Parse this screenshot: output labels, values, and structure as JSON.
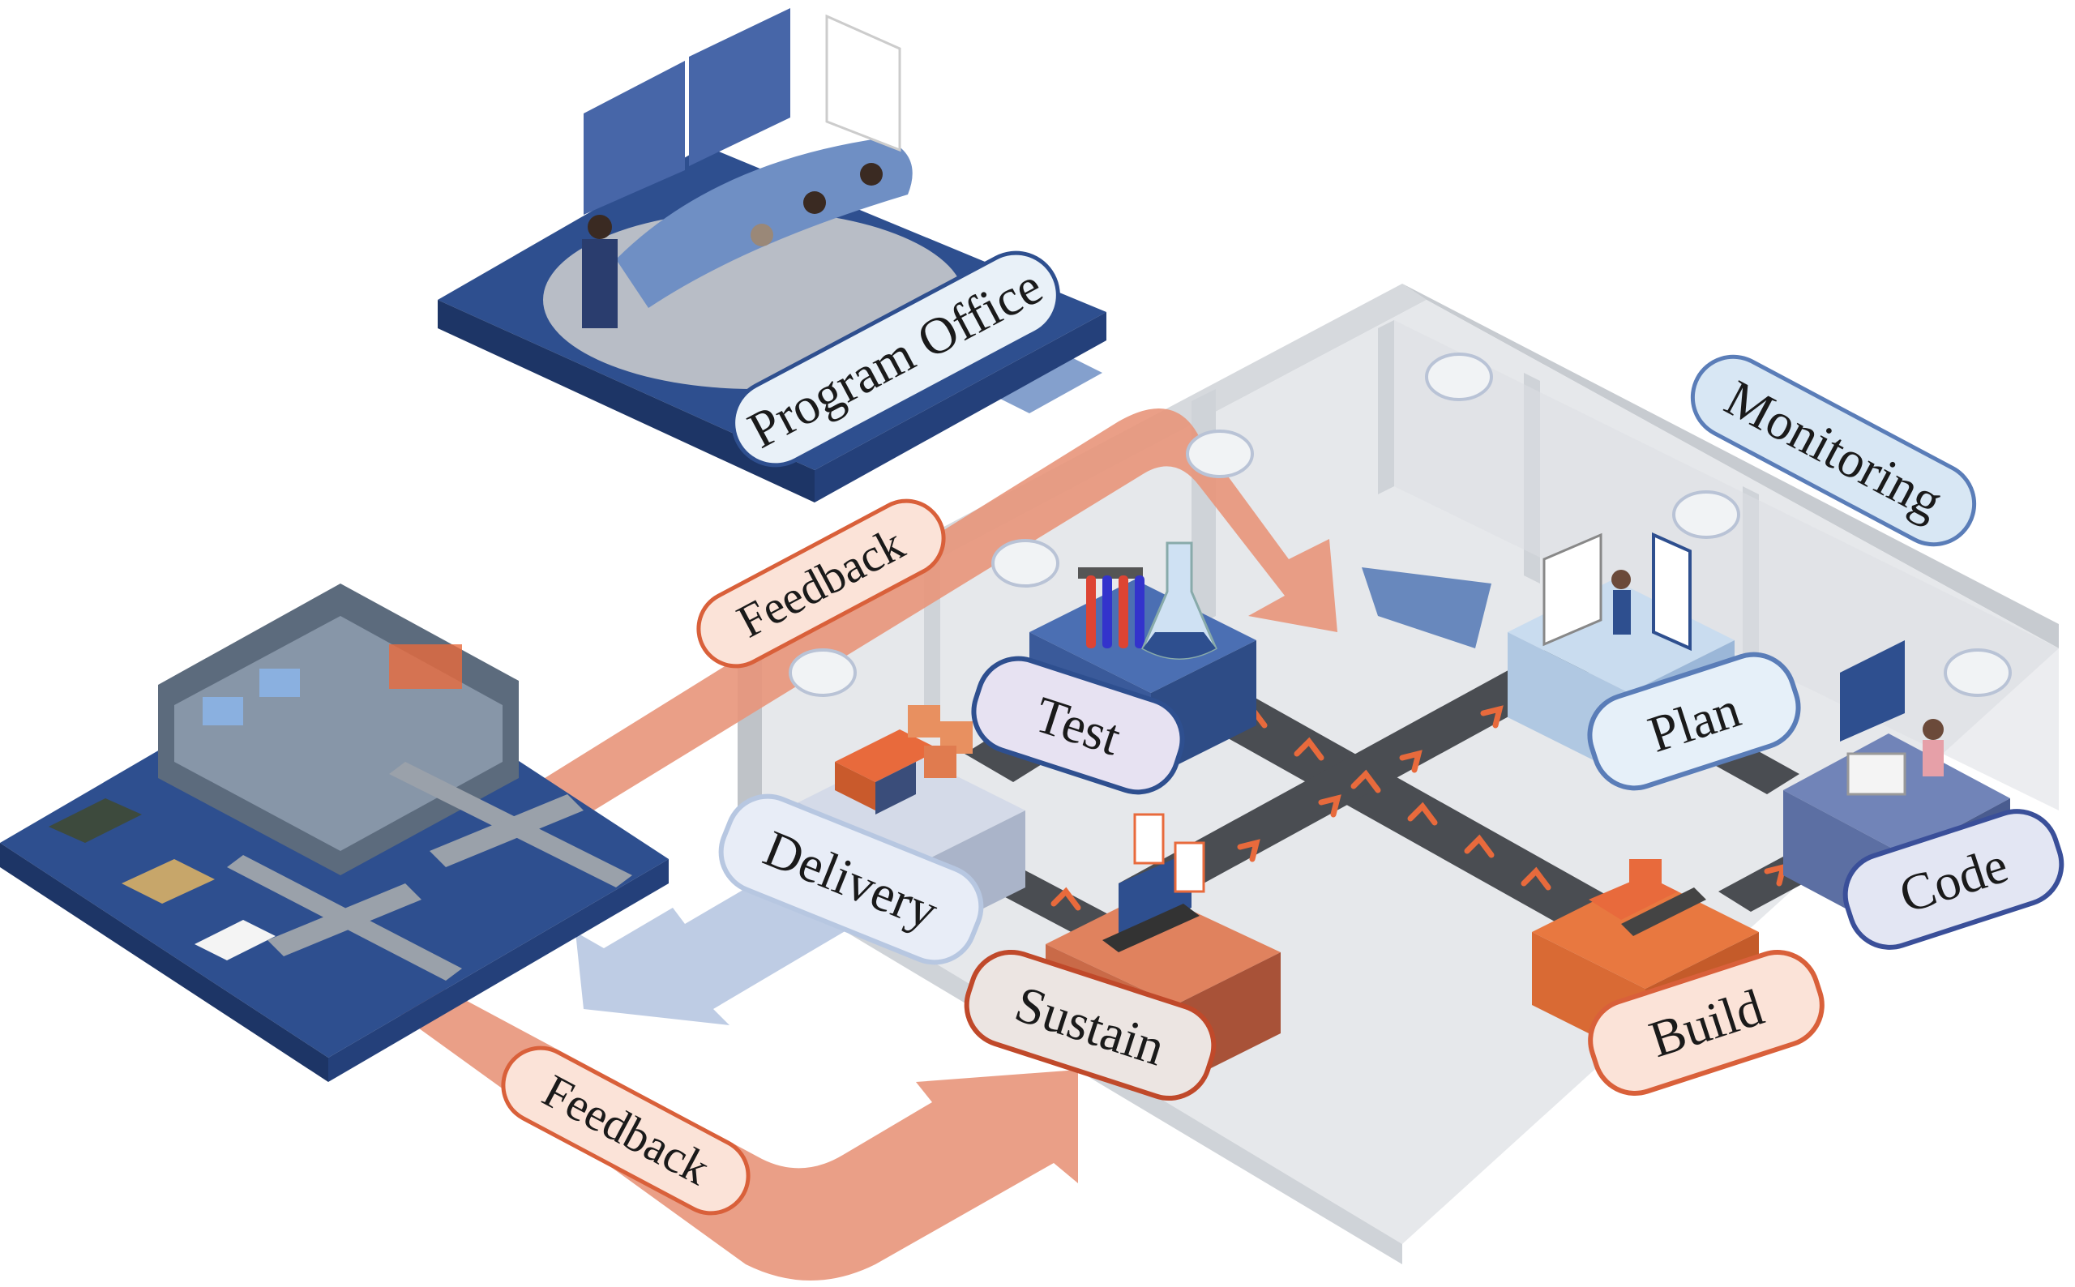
{
  "diagram": {
    "labels": {
      "program_office": "Program Office",
      "monitoring": "Monitoring",
      "feedback_top": "Feedback",
      "feedback_bottom": "Feedback",
      "test": "Test",
      "plan": "Plan",
      "code": "Code",
      "build": "Build",
      "sustain": "Sustain",
      "delivery": "Delivery"
    },
    "icons": [
      "conference-room-icon",
      "operations-center-icon",
      "aircraft-icon",
      "tank-icon",
      "flask-icon",
      "test-tubes-icon",
      "planning-board-icon",
      "developer-workstation-icon",
      "bulldozer-icon",
      "laptop-icon",
      "truck-icon",
      "security-camera-icon",
      "conveyor-belt-icon"
    ],
    "colors": {
      "navy": "#2e4f8f",
      "salmon": "#e8957a",
      "orange": "#e86a3c",
      "light_blue": "#c9dcef",
      "gray_wall": "#cfd3d8",
      "belt": "#4a4d52"
    }
  }
}
